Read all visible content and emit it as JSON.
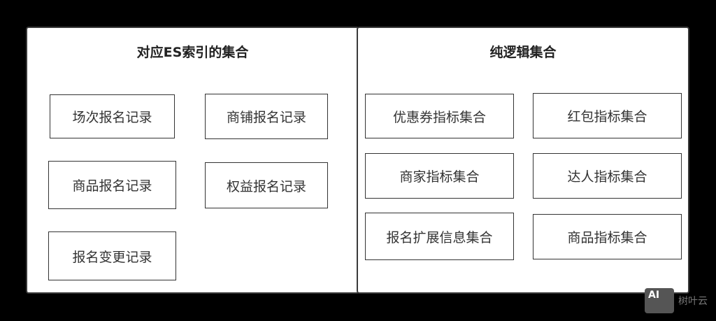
{
  "diagram": {
    "left_panel": {
      "title": "对应ES索引的集合",
      "boxes": [
        "场次报名记录",
        "商铺报名记录",
        "商品报名记录",
        "权益报名记录",
        "报名变更记录"
      ]
    },
    "right_panel": {
      "title": "纯逻辑集合",
      "boxes": [
        "优惠券指标集合",
        "红包指标集合",
        "商家指标集合",
        "达人指标集合",
        "报名扩展信息集合",
        "商品指标集合"
      ]
    }
  },
  "watermark": {
    "logo_text": "AI",
    "text": "树叶云"
  }
}
